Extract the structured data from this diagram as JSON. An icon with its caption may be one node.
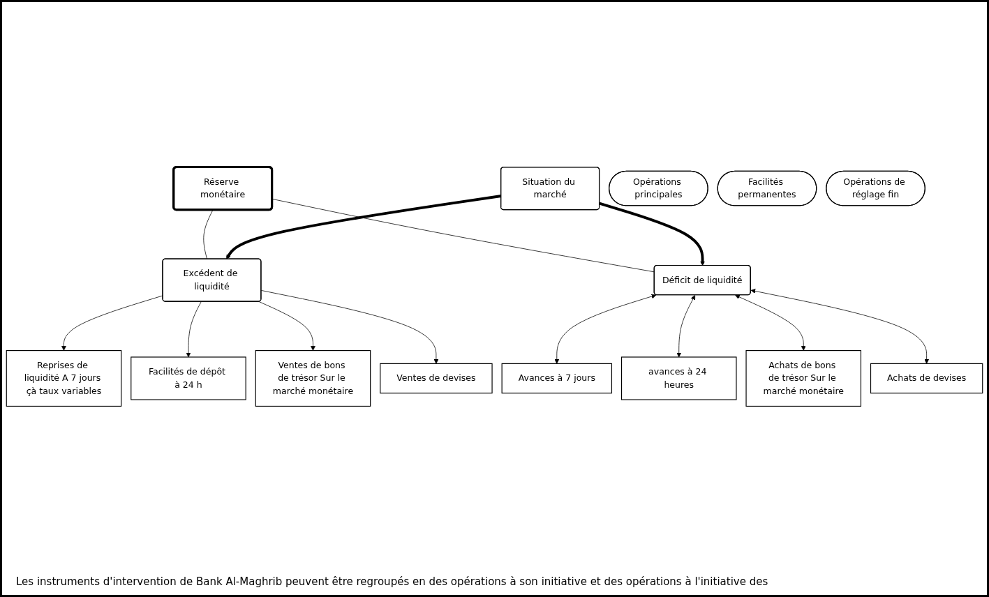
{
  "diagram": {
    "nodes": [
      {
        "text": [
          "Réserve monétaire"
        ]
      },
      {
        "text": [
          "Excédent de liquidité"
        ]
      },
      {
        "text": [
          "Situation du marché"
        ]
      },
      {
        "text": [
          "Déficit de liquidité"
        ]
      },
      {
        "text": [
          "Reprises de liquidité A 7 jours çà taux variables"
        ]
      },
      {
        "text": [
          "Opérations principales"
        ]
      },
      {
        "text": [
          "Avances à 7 jours"
        ]
      },
      {
        "text": [
          "Facilités de dépôt à 24 h"
        ]
      },
      {
        "text": [
          "Facilités permanentes"
        ]
      },
      {
        "text": [
          "avances à 24 heures"
        ]
      },
      {
        "text": [
          "Ventes de bons de trésor Sur le marché monétaire"
        ]
      },
      {
        "text": [
          "Achats de bons de trésor Sur le marché monétaire"
        ]
      },
      {
        "text": [
          "Opérations de réglage fin"
        ]
      },
      {
        "text": [
          "Ventes de devises"
        ]
      },
      {
        "text": [
          "Achats de devises"
        ]
      }
    ],
    "edges": [
      {
        "from": 0,
        "to": 1,
        "arrow": "none"
      },
      {
        "from": 0,
        "to": 3,
        "arrow": "none"
      },
      {
        "from": 2,
        "to": 1,
        "arrow": "to",
        "style": "thick"
      },
      {
        "from": 2,
        "to": 3,
        "arrow": "to",
        "style": "thick"
      },
      {
        "from": 1,
        "to": 4,
        "arrow": "to"
      },
      {
        "from": 1,
        "to": 7,
        "arrow": "to"
      },
      {
        "from": 1,
        "to": 10,
        "arrow": "to"
      },
      {
        "from": 1,
        "to": 13,
        "arrow": "to"
      },
      {
        "from": 3,
        "to": 6,
        "arrow": "both"
      },
      {
        "from": 3,
        "to": 9,
        "arrow": "both"
      },
      {
        "from": 3,
        "to": 11,
        "arrow": "both"
      },
      {
        "from": 3,
        "to": 14,
        "arrow": "both"
      }
    ],
    "caption": "Les instruments d'intervention de Bank Al-Maghrib peuvent être regroupés en des opérations à son initiative et des opérations à l'initiative des"
  }
}
